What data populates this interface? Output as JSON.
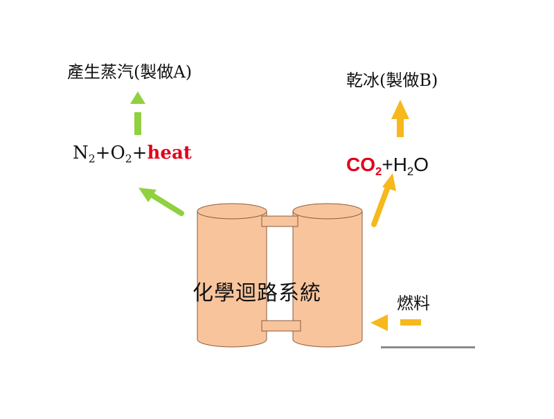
{
  "labels": {
    "steam": "產生蒸汽(製做A)",
    "dry_ice": "乾冰(製做B)",
    "system": "化學迴路系統",
    "fuel": "燃料"
  },
  "equation_left": {
    "n": "N",
    "n_sub": "2",
    "plus1": "+O",
    "o_sub": "2",
    "plus2": "+",
    "heat": "heat"
  },
  "equation_right": {
    "co": "CO",
    "co_sub": "2",
    "rest": "+H",
    "h_sub": "2",
    "o": "O"
  },
  "colors": {
    "reactor_fill": "#f8c49c",
    "reactor_stroke": "#8a5a3c",
    "green_arrow": "#8fd13f",
    "orange_arrow": "#f6b81c",
    "accent_red": "#e0001b",
    "text": "#111111",
    "base_line": "#8a8a8a"
  },
  "icons": {
    "steam_arrow": "arrow-up-dashed-icon",
    "dry_ice_arrow": "arrow-up-icon",
    "n2_arrow": "arrow-up-left-icon",
    "co2_arrow": "arrow-up-right-icon",
    "fuel_arrow": "arrow-left-dashed-icon"
  }
}
